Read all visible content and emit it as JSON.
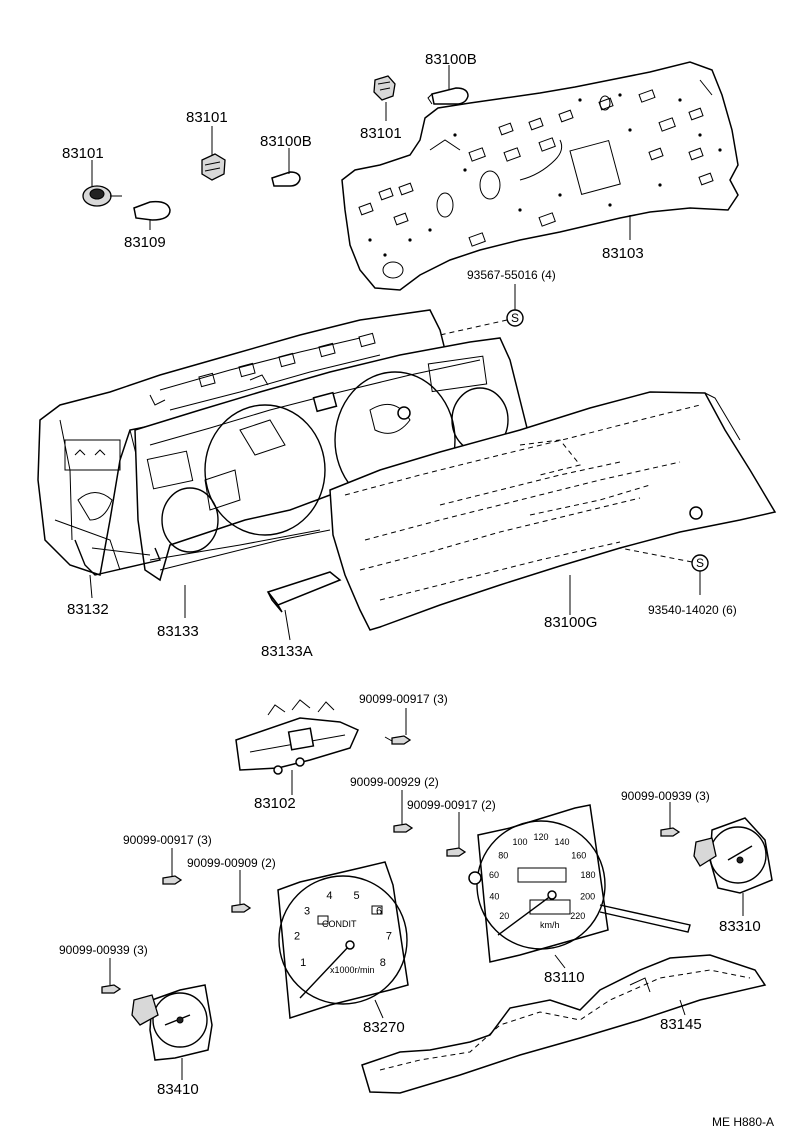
{
  "labels": {
    "p83100B_top": "83100B",
    "p83101_top": "83101",
    "p83101_mid": "83101",
    "p83100B_mid": "83100B",
    "p83101_left": "83101",
    "p83109": "83109",
    "p83103": "83103",
    "s93567": "93567-55016 (4)",
    "p83132": "83132",
    "p83133": "83133",
    "p83133A": "83133A",
    "p83100G": "83100G",
    "s93540": "93540-14020 (6)",
    "s90099_00917_a": "90099-00917 (3)",
    "p83102": "83102",
    "s90099_00929": "90099-00929 (2)",
    "s90099_00917_b": "90099-00917 (2)",
    "s90099_00939_a": "90099-00939 (3)",
    "s90099_00917_c": "90099-00917 (3)",
    "s90099_00909": "90099-00909 (2)",
    "p83310": "83310",
    "s90099_00939_b": "90099-00939 (3)",
    "p83270": "83270",
    "p83110": "83110",
    "p83145": "83145",
    "p83410": "83410",
    "ref": "ME H880-A"
  },
  "marks": {
    "s_symbol": "S"
  },
  "tach": {
    "ticks": [
      "1",
      "2",
      "3",
      "4",
      "5",
      "6",
      "7",
      "8"
    ],
    "unit": "x1000r/min",
    "small": "CONDIT"
  },
  "speedo": {
    "ticks": [
      "20",
      "40",
      "60",
      "80",
      "100",
      "120",
      "140",
      "160",
      "180",
      "200",
      "220"
    ],
    "unit": "km/h"
  }
}
